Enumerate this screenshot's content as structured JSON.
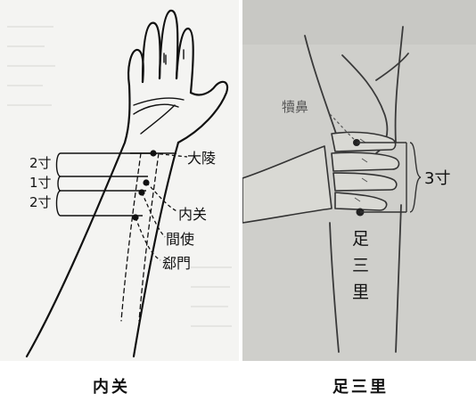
{
  "left_figure": {
    "caption": "内关",
    "measures": [
      "2寸",
      "1寸",
      "2寸"
    ],
    "points": [
      "大陵",
      "内关",
      "間使",
      "郄門"
    ]
  },
  "right_figure": {
    "caption": "足三里",
    "kneecap_label": "犢鼻",
    "measure": "3寸",
    "vertical_label": [
      "足",
      "三",
      "里"
    ]
  }
}
